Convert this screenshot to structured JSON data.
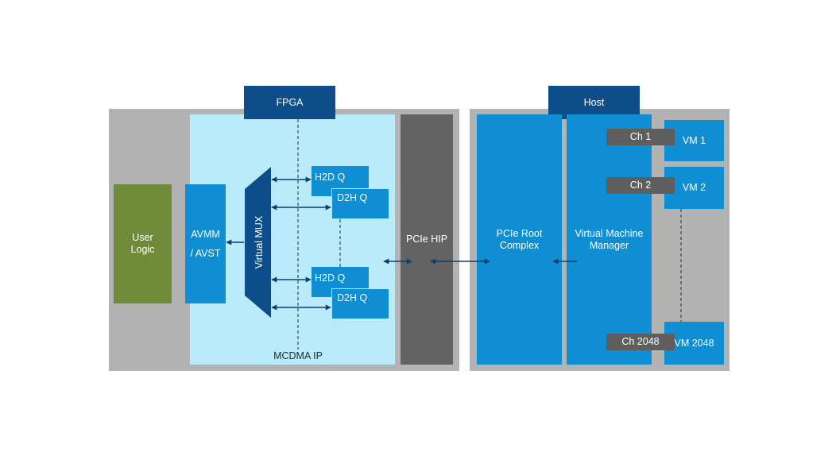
{
  "fpga": {
    "title": "FPGA",
    "user_logic": "User Logic",
    "avmm_avst": "AVMM / AVST",
    "virtual_mux": "Virtual MUX",
    "mcdma_ip": "MCDMA IP",
    "queues": [
      {
        "h2d": "H2D Q",
        "d2h": "D2H Q"
      },
      {
        "h2d": "H2D Q",
        "d2h": "D2H Q"
      }
    ],
    "pcie_hip": "PCIe HIP"
  },
  "host": {
    "title": "Host",
    "pcie_root_complex": "PCIe Root Complex",
    "vmm": "Virtual Machine Manager",
    "channels": [
      "Ch 1",
      "Ch 2",
      "Ch 2048"
    ],
    "vms": [
      "VM 1",
      "VM 2",
      "VM 2048"
    ]
  },
  "colors": {
    "gray_panel": "#b3b3b3",
    "mcdma_bg": "#b9ebfa",
    "pcie_hip": "#636363",
    "navy": "#0d4e8a",
    "blue": "#0f8ed3",
    "olive": "#6f8a38",
    "channel": "#5e5e5e",
    "arrow": "#0d3f6e"
  }
}
